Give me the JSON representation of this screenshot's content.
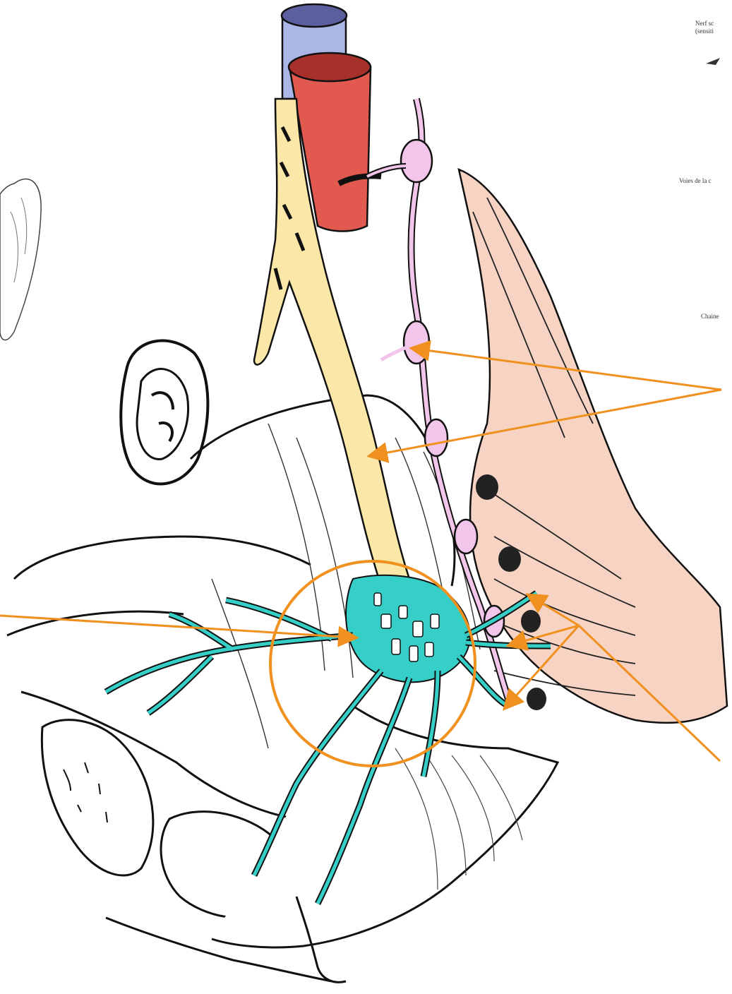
{
  "labels": {
    "top_right": "Nerf sc\n(sensiti",
    "mid_right": "Voies de la c",
    "chain": "Chaine"
  },
  "colors": {
    "vein": "#5b5f9e",
    "vein_light": "#aab6e6",
    "artery": "#e2594f",
    "artery_dark": "#a8302a",
    "hypogastric_nerve": "#fbe7a8",
    "sympathetic_chain": "#f1c6ea",
    "pelvic_plexus": "#35cfc8",
    "sacral_roots": "#f6d3c2",
    "annotation": "#f0901e",
    "ink": "#111111"
  }
}
